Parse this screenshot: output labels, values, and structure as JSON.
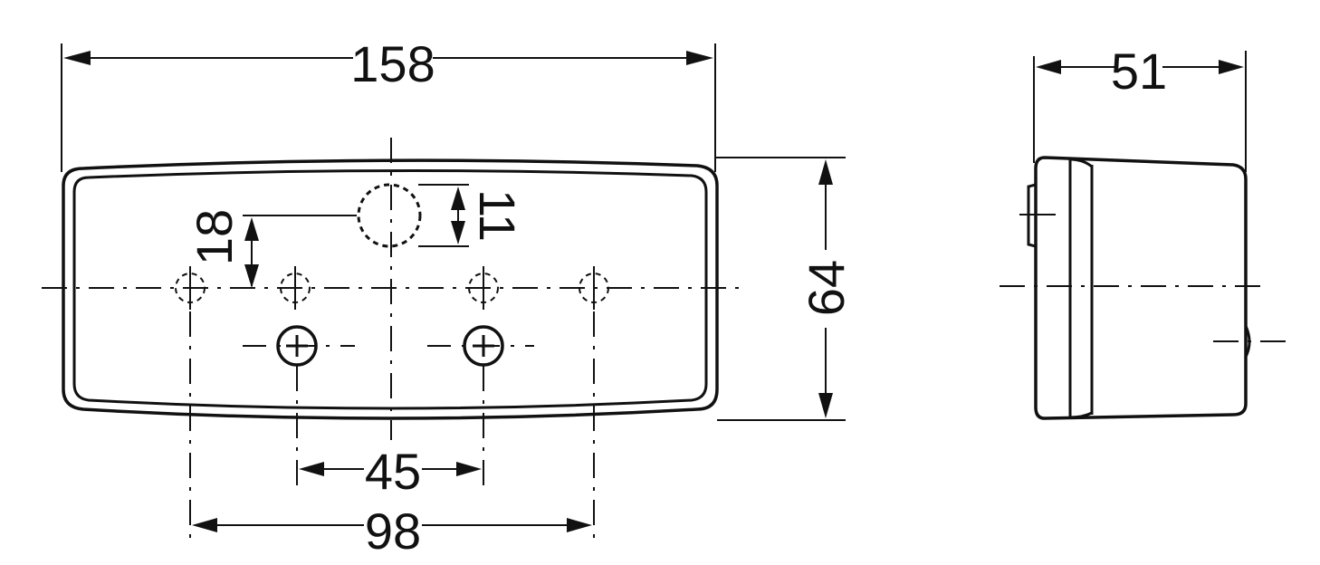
{
  "dimensions": {
    "width_front": "158",
    "height": "64",
    "depth": "51",
    "hole_spacing_inner": "45",
    "hole_spacing_outer": "98",
    "center_offset": "18",
    "hole_diameter": "11"
  },
  "colors": {
    "ink": "#111111",
    "background": "#ffffff"
  }
}
